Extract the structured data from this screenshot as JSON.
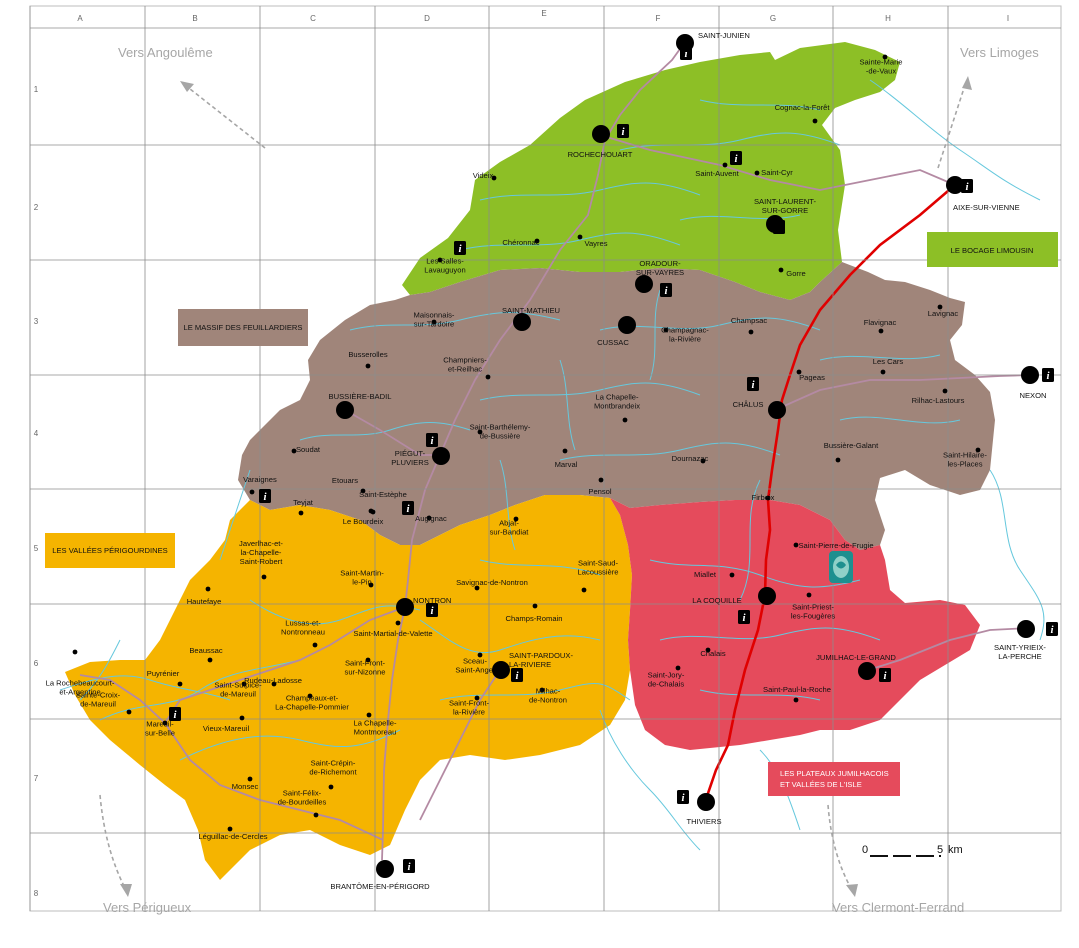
{
  "grid": {
    "columns": [
      "A",
      "B",
      "C",
      "D",
      "E",
      "F",
      "G",
      "H",
      "I"
    ],
    "rows": [
      "1",
      "2",
      "3",
      "4",
      "5",
      "6",
      "7",
      "8"
    ]
  },
  "directions": {
    "angouleme": "Vers Angoulême",
    "limoges": "Vers Limoges",
    "perigueux": "Vers Périgueux",
    "clermont": "Vers Clermont-Ferrand"
  },
  "zones": {
    "bocage": "LE BOCAGE LIMOUSIN",
    "massif": "LE MASSIF DES FEUILLARDIERS",
    "vallees": "LES VALLÉES PÉRIGOURDINES",
    "plateaux_1": "LES PLATEAUX JUMILHACOIS",
    "plateaux_2": "ET VALLÉES DE L'ISLE"
  },
  "colors": {
    "bocage": "#8dbf26",
    "massif": "#a0857a",
    "vallees": "#f5b400",
    "plateaux": "#e54b5c",
    "river": "#66c8dd",
    "road_main": "#e00000",
    "road_sec": "#b48aa3",
    "grid": "#8c8c8c"
  },
  "scale": {
    "zero": "0",
    "five": "5",
    "unit": "km"
  },
  "info_symbol": "i",
  "towns": [
    {
      "id": "saint-junien",
      "l1": "SAINT-JUNIEN"
    },
    {
      "id": "rochechouart",
      "l1": "ROCHECHOUART"
    },
    {
      "id": "saint-laurent",
      "l1": "SAINT-LAURENT-",
      "l2": "SUR-GORRE"
    },
    {
      "id": "aixe",
      "l1": "AIXE-SUR-VIENNE"
    },
    {
      "id": "oradour",
      "l1": "ORADOUR-",
      "l2": "SUR-VAYRES"
    },
    {
      "id": "saint-mathieu",
      "l1": "SAINT-MATHIEU"
    },
    {
      "id": "cussac",
      "l1": "CUSSAC"
    },
    {
      "id": "nexon",
      "l1": "NEXON"
    },
    {
      "id": "chalus",
      "l1": "CHÂLUS"
    },
    {
      "id": "bussiere-badil",
      "l1": "BUSSIÈRE-BADIL"
    },
    {
      "id": "piegut",
      "l1": "PIÉGUT-",
      "l2": "PLUVIERS"
    },
    {
      "id": "nontron",
      "l1": "NONTRON"
    },
    {
      "id": "la-coquille",
      "l1": "LA COQUILLE"
    },
    {
      "id": "saint-yrieix",
      "l1": "SAINT-YRIEIX-",
      "l2": "LA-PERCHE"
    },
    {
      "id": "saint-pardoux",
      "l1": "SAINT-PARDOUX-",
      "l2": "LA-RIVIERE"
    },
    {
      "id": "jumilhac",
      "l1": "JUMILHAC-LE-GRAND"
    },
    {
      "id": "thiviers",
      "l1": "THIVIERS"
    },
    {
      "id": "brantome",
      "l1": "BRANTÔME-EN-PÉRIGORD"
    }
  ],
  "villages": [
    {
      "id": "v1",
      "l1": "Sainte-Marie",
      "l2": "-de-Vaux"
    },
    {
      "id": "v2",
      "l1": "Cognac-la-Forêt"
    },
    {
      "id": "v3",
      "l1": "Videix"
    },
    {
      "id": "v4",
      "l1": "Saint-Auvent"
    },
    {
      "id": "v5",
      "l1": "Saint-Cyr"
    },
    {
      "id": "v6",
      "l1": "Chéronnac"
    },
    {
      "id": "v7",
      "l1": "Vayres"
    },
    {
      "id": "v8",
      "l1": "Les Salles-",
      "l2": "Lavauguyon"
    },
    {
      "id": "v9",
      "l1": "Gorre"
    },
    {
      "id": "v10",
      "l1": "Maisonnais-",
      "l2": "sur-Tardoire"
    },
    {
      "id": "v11",
      "l1": "Champagnac-",
      "l2": "la-Rivière"
    },
    {
      "id": "v12",
      "l1": "Champsac"
    },
    {
      "id": "v13",
      "l1": "Flavignac"
    },
    {
      "id": "v14",
      "l1": "Lavignac"
    },
    {
      "id": "v15",
      "l1": "Busserolles"
    },
    {
      "id": "v16",
      "l1": "Champniers-",
      "l2": "et-Reilhac"
    },
    {
      "id": "v17",
      "l1": "Pageas"
    },
    {
      "id": "v18",
      "l1": "Les Cars"
    },
    {
      "id": "v19",
      "l1": "Rilhac-Lastours"
    },
    {
      "id": "v20",
      "l1": "La Chapelle-",
      "l2": "Montbrandeix"
    },
    {
      "id": "v21",
      "l1": "Soudat"
    },
    {
      "id": "v22",
      "l1": "Saint-Barthélemy-",
      "l2": "de-Bussière"
    },
    {
      "id": "v23",
      "l1": "Dournazac"
    },
    {
      "id": "v24",
      "l1": "Bussière-Galant"
    },
    {
      "id": "v25",
      "l1": "Saint-Hilaire-",
      "l2": "les-Places"
    },
    {
      "id": "v26",
      "l1": "Marval"
    },
    {
      "id": "v27",
      "l1": "Varaignes"
    },
    {
      "id": "v28",
      "l1": "Etouars"
    },
    {
      "id": "v29",
      "l1": "Teyjat"
    },
    {
      "id": "v30",
      "l1": "Saint-Estèphe"
    },
    {
      "id": "v31",
      "l1": "Pensol"
    },
    {
      "id": "v32",
      "l1": "Firbeix"
    },
    {
      "id": "v33",
      "l1": "Le Bourdeix"
    },
    {
      "id": "v34",
      "l1": "Augignac"
    },
    {
      "id": "v35",
      "l1": "Abjat-",
      "l2": "sur-Bandiat"
    },
    {
      "id": "v36",
      "l1": "Javerlhac-et-",
      "l2": "la-Chapelle-",
      "l3": "Saint-Robert"
    },
    {
      "id": "v37",
      "l1": "Saint-Martin-",
      "l2": "le-Pin"
    },
    {
      "id": "v38",
      "l1": "Savignac-de-Nontron"
    },
    {
      "id": "v39",
      "l1": "Saint-Saud-",
      "l2": "Lacoussière"
    },
    {
      "id": "v40",
      "l1": "Saint-Pierre-de-Frugie"
    },
    {
      "id": "v41",
      "l1": "Hautefaye"
    },
    {
      "id": "v42",
      "l1": "Miallet"
    },
    {
      "id": "v43",
      "l1": "Lussas-et-",
      "l2": "Nontronneau"
    },
    {
      "id": "v44",
      "l1": "Champs-Romain"
    },
    {
      "id": "v45",
      "l1": "Saint-Martial-de-Valette"
    },
    {
      "id": "v46",
      "l1": "Saint-Priest-",
      "l2": "les-Fougères"
    },
    {
      "id": "v47",
      "l1": "Beaussac"
    },
    {
      "id": "v48",
      "l1": "Rudeau-Ladosse"
    },
    {
      "id": "v49",
      "l1": "Saint-Front-",
      "l2": "sur-Nizonne"
    },
    {
      "id": "v50",
      "l1": "Sceau-",
      "l2": "Saint-Angel"
    },
    {
      "id": "v51",
      "l1": "Puyrénier"
    },
    {
      "id": "v52",
      "l1": "Chalais"
    },
    {
      "id": "v53",
      "l1": "Saint-Jory-",
      "l2": "de-Chalais"
    },
    {
      "id": "v54",
      "l1": "La Rochebeaucourt-",
      "l2": "et-Argentine"
    },
    {
      "id": "v55",
      "l1": "Saint-Sulpice-",
      "l2": "de-Mareuil"
    },
    {
      "id": "v56",
      "l1": "Champeaux-et-",
      "l2": "La-Chapelle-Pommier"
    },
    {
      "id": "v57",
      "l1": "Milhac-",
      "l2": "de-Nontron"
    },
    {
      "id": "v58",
      "l1": "Saint-Paul-la-Roche"
    },
    {
      "id": "v59",
      "l1": "Sainte-Croix-",
      "l2": "de-Mareuil"
    },
    {
      "id": "v60",
      "l1": "Mareuil-",
      "l2": "sur-Belle"
    },
    {
      "id": "v61",
      "l1": "Saint-Front-",
      "l2": "la-Rivière"
    },
    {
      "id": "v62",
      "l1": "La Chapelle-",
      "l2": "Montmoreau"
    },
    {
      "id": "v63",
      "l1": "Vieux-Mareuil"
    },
    {
      "id": "v64",
      "l1": "Saint-Crépin-",
      "l2": "de-Richemont"
    },
    {
      "id": "v65",
      "l1": "Monsec"
    },
    {
      "id": "v66",
      "l1": "Saint-Félix-",
      "l2": "de-Bourdeilles"
    },
    {
      "id": "v67",
      "l1": "Léguillac-de-Cercles"
    }
  ]
}
